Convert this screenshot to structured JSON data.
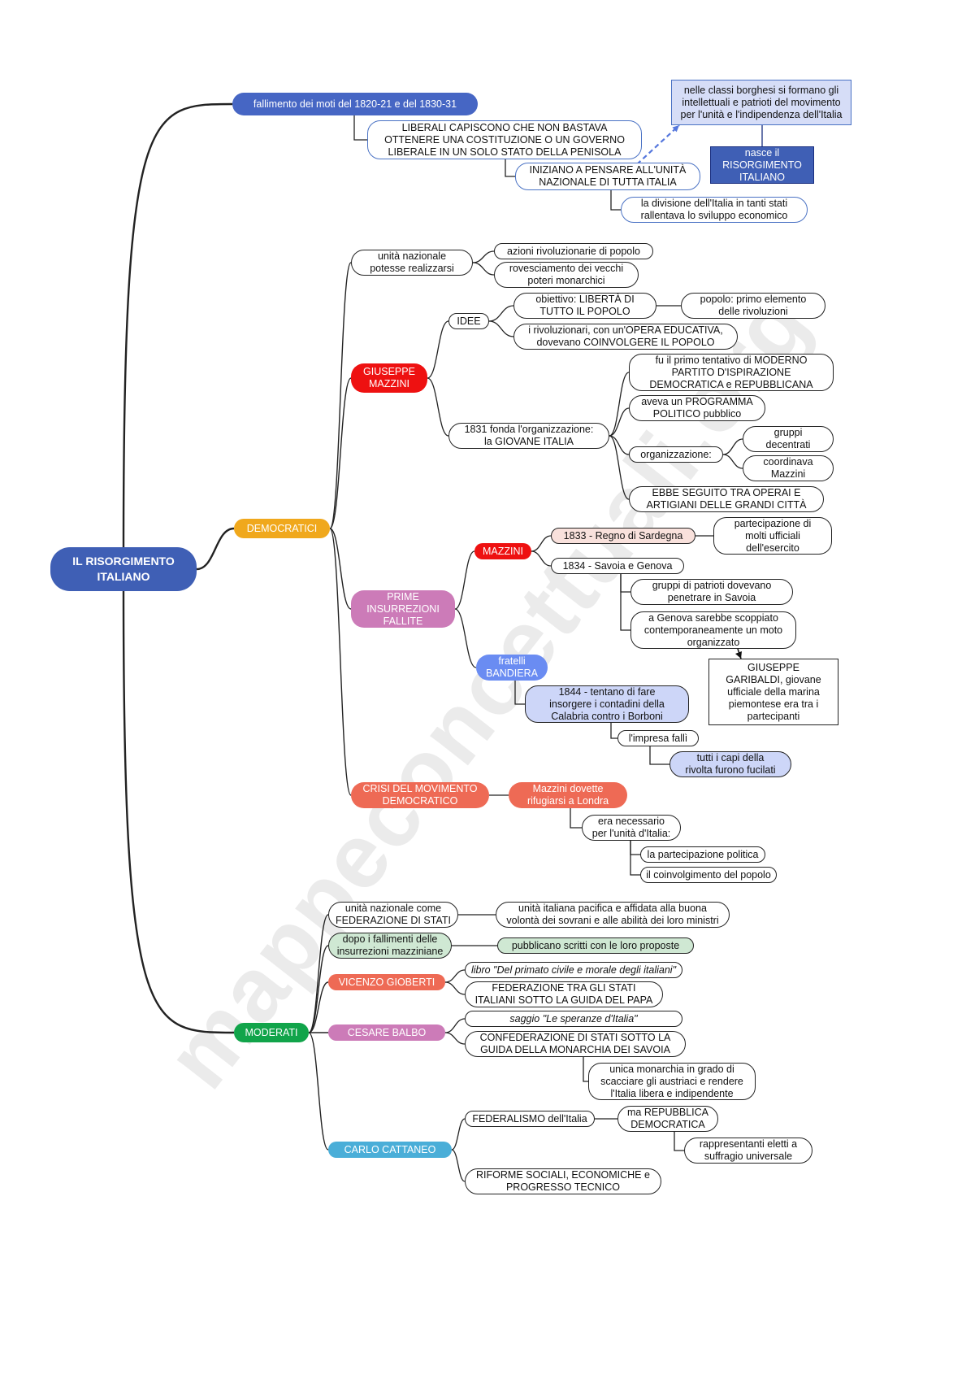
{
  "watermark": "mappeconcettuali.org",
  "nodes": {
    "root": "IL RISORGIMENTO\nITALIANO",
    "fallimento": "fallimento dei moti del 1820-21 e del 1830-31",
    "liberali": "LIBERALI CAPISCONO CHE NON BASTAVA\nOTTENERE UNA COSTITUZIONE O UN GOVERNO\nLIBERALE IN UN SOLO STATO DELLA PENISOLA",
    "iniziano": "INIZIANO A PENSARE ALL'UNITÀ\nNAZIONALE DI TUTTA ITALIA",
    "divisione": "la divisione dell'Italia in tanti stati\nrallentava lo sviluppo economico",
    "nasce": "nasce il\nRISORGIMENTO\nITALIANO",
    "borghesi": "nelle classi borghesi si formano gli\nintellettuali e patrioti del movimento\nper l'unità e l'indipendenza dell'Italia",
    "democratici": "DEMOCRATICI",
    "unita_realizzarsi": "unità nazionale\npotesse realizzarsi",
    "azioni": "azioni rivoluzionarie di popolo",
    "rovesciamento": "rovesciamento dei vecchi\npoteri monarchici",
    "giuseppe_mazzini": "GIUSEPPE\nMAZZINI",
    "idee": "IDEE",
    "obiettivo": "obiettivo: LIBERTÀ DI\nTUTTO IL POPOLO",
    "popolo_elemento": "popolo: primo elemento\ndelle rivoluzioni",
    "rivoluzionari": "i rivoluzionari, con un'OPERA EDUCATIVA,\ndovevano COINVOLGERE IL POPOLO",
    "fonda": "1831 fonda l'organizzazione:\nla GIOVANE ITALIA",
    "primo_tentativo": "fu il primo tentativo di MODERNO\nPARTITO D'ISPIRAZIONE\nDEMOCRATICA e REPUBBLICANA",
    "programma": "aveva un PROGRAMMA\nPOLITICO pubblico",
    "organizzazione": "organizzazione:",
    "gruppi_decentrati": "gruppi\ndecentrati",
    "coordinava": "coordinava\nMazzini",
    "seguito": "EBBE SEGUITO TRA OPERAI E\nARTIGIANI DELLE GRANDI CITTÀ",
    "prime_insurrezioni": "PRIME\nINSURREZIONI\nFALLITE",
    "mazzini": "MAZZINI",
    "regno_sardegna": "1833 - Regno di Sardegna",
    "partecipazione_ufficiali": "partecipazione di\nmolti ufficiali\ndell'esercito",
    "savoia_genova": "1834 - Savoia e Genova",
    "gruppi_patrioti": "gruppi di patrioti dovevano\npenetrare in Savoia",
    "genova_moto": "a Genova sarebbe scoppiato\ncontemporaneamente un moto\norganizzato",
    "garibaldi": "GIUSEPPE\nGARIBALDI, giovane\nufficiale della marina\npiemontese era tra i\npartecipanti",
    "fratelli_bandiera": "fratelli\nBANDIERA",
    "tentano": "1844 - tentano di fare\ninsorgere i contadini della\nCalabria contro i Borboni",
    "impresa_falli": "l'impresa fallì",
    "capi_fucilati": "tutti i capi della\nrivolta furono fucilati",
    "crisi": "CRISI DEL MOVIMENTO\nDEMOCRATICO",
    "londra": "Mazzini dovette\nrifugiarsi a Londra",
    "necessario": "era necessario\nper l'unità d'Italia:",
    "partecipazione_politica": "la partecipazione politica",
    "coinvolgimento": "il coinvolgimento del popolo",
    "moderati": "MODERATI",
    "federazione_stati": "unità nazionale come\nFEDERAZIONE DI STATI",
    "pacifica": "unità italiana pacifica e affidata alla buona\nvolontà dei sovrani e alle abilità dei loro ministri",
    "dopo_fallimenti": "dopo i fallimenti delle\ninsurrezioni mazziniane",
    "pubblicano": "pubblicano scritti con le loro proposte",
    "gioberti": "VICENZO GIOBERTI",
    "libro_primato": "libro \"Del primato civile e morale degli italiani\"",
    "federazione_papa": "FEDERAZIONE TRA GLI STATI\nITALIANI SOTTO LA GUIDA DEL PAPA",
    "balbo": "CESARE BALBO",
    "saggio_speranze": "saggio \"Le speranze d'Italia\"",
    "confederazione": "CONFEDERAZIONE DI STATI SOTTO LA\nGUIDA DELLA MONARCHIA DEI SAVOIA",
    "unica_monarchia": "unica monarchia in grado di\nscacciare gli austriaci e rendere\nl'Italia libera e indipendente",
    "cattaneo": "CARLO CATTANEO",
    "federalismo": "FEDERALISMO dell'Italia",
    "repubblica": "ma REPUBBLICA\nDEMOCRATICA",
    "rappresentanti": "rappresentanti eletti a\nsuffragio universale",
    "riforme": "RIFORME SOCIALI, ECONOMICHE e\nPROGRESSO TECNICO"
  },
  "colors": {
    "root": "#3f5fb5",
    "fallimento": "#4666c4",
    "democratici": "#f0a81c",
    "giuseppe_mazzini": "#ee1111",
    "prime_insurrezioni": "#cc7bb8",
    "mazzini": "#ee1111",
    "fratelli_bandiera": "#6a8cf2",
    "crisi": "#ee6a55",
    "londra": "#ee6a55",
    "moderati": "#11a44a",
    "gioberti": "#ee6a55",
    "balbo": "#cc7bb8",
    "cattaneo": "#4aaed8",
    "nasce": "#3f5fb5",
    "borghesi_fill": "#d6ddf7",
    "light_blue_fill": "#cdd6f8",
    "light_green_fill": "#cfe8d3",
    "light_pink_fill": "#f9e1dc"
  }
}
